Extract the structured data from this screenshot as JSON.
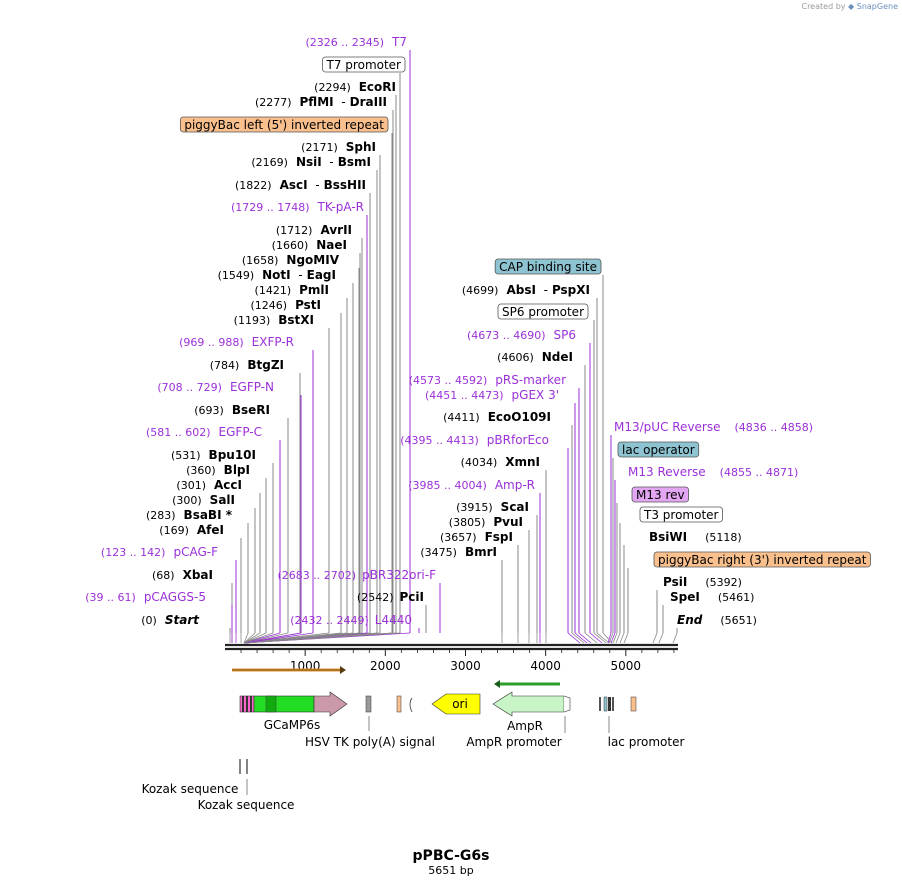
{
  "credit": {
    "prefix": "Created by",
    "brand": "SnapGene"
  },
  "plasmid": {
    "name": "pPBC-G6s",
    "size": "5651 bp"
  },
  "colors": {
    "primer": "#9b30d9",
    "enzyme_line": "#888888",
    "backbone": "#222222",
    "piggybac": "#f9c08d",
    "cap": "#8ec3d1",
    "m13rev": "#e3a6f2",
    "gcamp": "#22dd22",
    "ori": "#ffff00",
    "ampr": "#c8f5c8"
  },
  "left_labels": [
    {
      "kind": "primer",
      "num": "(2326 .. 2345)",
      "name": "T7"
    },
    {
      "kind": "box",
      "name": "T7 promoter",
      "fill": "#ffffff"
    },
    {
      "kind": "enzyme",
      "num": "(2294)",
      "name": "EcoRI"
    },
    {
      "kind": "enzyme",
      "num": "(2277)",
      "name": "PflMI",
      "name2": "DraIII"
    },
    {
      "kind": "box",
      "name": "piggyBac left (5') inverted repeat",
      "fill": "#f9c08d"
    },
    {
      "kind": "enzyme",
      "num": "(2171)",
      "name": "SphI"
    },
    {
      "kind": "enzyme",
      "num": "(2169)",
      "name": "NsiI",
      "name2": "BsmI"
    },
    {
      "kind": "enzyme",
      "num": "(1822)",
      "name": "AscI",
      "name2": "BssHII"
    },
    {
      "kind": "primer",
      "num": "(1729 .. 1748)",
      "name": "TK-pA-R"
    },
    {
      "kind": "enzyme",
      "num": "(1712)",
      "name": "AvrII"
    },
    {
      "kind": "enzyme",
      "num": "(1660)",
      "name": "NaeI"
    },
    {
      "kind": "enzyme",
      "num": "(1658)",
      "name": "NgoMIV"
    },
    {
      "kind": "enzyme",
      "num": "(1549)",
      "name": "NotI",
      "name2": "EagI"
    },
    {
      "kind": "enzyme",
      "num": "(1421)",
      "name": "PmlI"
    },
    {
      "kind": "enzyme",
      "num": "(1246)",
      "name": "PstI"
    },
    {
      "kind": "enzyme",
      "num": "(1193)",
      "name": "BstXI"
    },
    {
      "kind": "primer",
      "num": "(969 .. 988)",
      "name": "EXFP-R"
    },
    {
      "kind": "enzyme",
      "num": "(784)",
      "name": "BtgZI"
    },
    {
      "kind": "primer",
      "num": "(708 .. 729)",
      "name": "EGFP-N"
    },
    {
      "kind": "enzyme",
      "num": "(693)",
      "name": "BseRI"
    },
    {
      "kind": "primer",
      "num": "(581 .. 602)",
      "name": "EGFP-C"
    },
    {
      "kind": "enzyme",
      "num": "(531)",
      "name": "Bpu10I"
    },
    {
      "kind": "enzyme",
      "num": "(360)",
      "name": "BlpI"
    },
    {
      "kind": "enzyme",
      "num": "(301)",
      "name": "AccI"
    },
    {
      "kind": "enzyme",
      "num": "(300)",
      "name": "SalI"
    },
    {
      "kind": "enzyme",
      "num": "(283)",
      "name": "BsaBI *"
    },
    {
      "kind": "enzyme",
      "num": "(169)",
      "name": "AfeI"
    },
    {
      "kind": "primer",
      "num": "(123 .. 142)",
      "name": "pCAG-F"
    },
    {
      "kind": "enzyme",
      "num": "(68)",
      "name": "XbaI"
    },
    {
      "kind": "primer",
      "num": "(39 .. 61)",
      "name": "pCAGGS-5"
    },
    {
      "kind": "enzyme",
      "num": "(0)",
      "name": "Start",
      "italic": true
    }
  ],
  "mid_labels": [
    {
      "kind": "primer",
      "num": "(2683 .. 2702)",
      "name": "pBR322ori-F"
    },
    {
      "kind": "enzyme",
      "num": "(2542)",
      "name": "PciI"
    },
    {
      "kind": "primer",
      "num": "(2432 .. 2449)",
      "name": "L4440"
    }
  ],
  "center_labels": [
    {
      "kind": "box",
      "name": "CAP binding site",
      "fill": "#8ec3d1"
    },
    {
      "kind": "enzyme",
      "num": "(4699)",
      "name": "AbsI",
      "name2": "PspXI"
    },
    {
      "kind": "box",
      "name": "SP6 promoter",
      "fill": "#ffffff"
    },
    {
      "kind": "primer",
      "num": "(4673 .. 4690)",
      "name": "SP6"
    },
    {
      "kind": "enzyme",
      "num": "(4606)",
      "name": "NdeI"
    },
    {
      "kind": "primer",
      "num": "(4573 .. 4592)",
      "name": "pRS-marker"
    },
    {
      "kind": "primer",
      "num": "(4451 .. 4473)",
      "name": "pGEX 3'"
    },
    {
      "kind": "enzyme",
      "num": "(4411)",
      "name": "EcoO109I"
    },
    {
      "kind": "primer",
      "num": "(4395 .. 4413)",
      "name": "pBRforEco"
    },
    {
      "kind": "enzyme",
      "num": "(4034)",
      "name": "XmnI"
    },
    {
      "kind": "primer",
      "num": "(3985 .. 4004)",
      "name": "Amp-R"
    },
    {
      "kind": "enzyme",
      "num": "(3915)",
      "name": "ScaI"
    },
    {
      "kind": "enzyme",
      "num": "(3805)",
      "name": "PvuI"
    },
    {
      "kind": "enzyme",
      "num": "(3657)",
      "name": "FspI"
    },
    {
      "kind": "enzyme",
      "num": "(3475)",
      "name": "BmrI"
    }
  ],
  "right_labels": [
    {
      "kind": "primer",
      "name": "M13/pUC Reverse",
      "num": "(4836 .. 4858)"
    },
    {
      "kind": "box",
      "name": "lac operator",
      "fill": "#8ec3d1"
    },
    {
      "kind": "primer",
      "name": "M13 Reverse",
      "num": "(4855 .. 4871)"
    },
    {
      "kind": "box",
      "name": "M13 rev",
      "fill": "#e3a6f2"
    },
    {
      "kind": "box",
      "name": "T3 promoter",
      "fill": "#ffffff"
    },
    {
      "kind": "enzyme",
      "name": "BsiWI",
      "num": "(5118)"
    },
    {
      "kind": "box",
      "name": "piggyBac right (3') inverted repeat",
      "fill": "#f9c08d"
    },
    {
      "kind": "enzyme",
      "name": "PsiI",
      "num": "(5392)"
    },
    {
      "kind": "enzyme",
      "name": "SpeI",
      "num": "(5461)"
    },
    {
      "kind": "enzyme",
      "name": "End",
      "num": "(5651)",
      "italic": true
    }
  ],
  "ruler": {
    "ticks": [
      "1000",
      "2000",
      "3000",
      "4000",
      "5000"
    ],
    "max": 5651
  },
  "features": {
    "gcamp": "GCaMP6s",
    "hsv": "HSV TK poly(A) signal",
    "ori": "ori",
    "ampr": "AmpR",
    "ampr_promoter": "AmpR promoter",
    "lac_promoter": "lac promoter",
    "kozak1": "Kozak sequence",
    "kozak2": "Kozak sequence"
  }
}
